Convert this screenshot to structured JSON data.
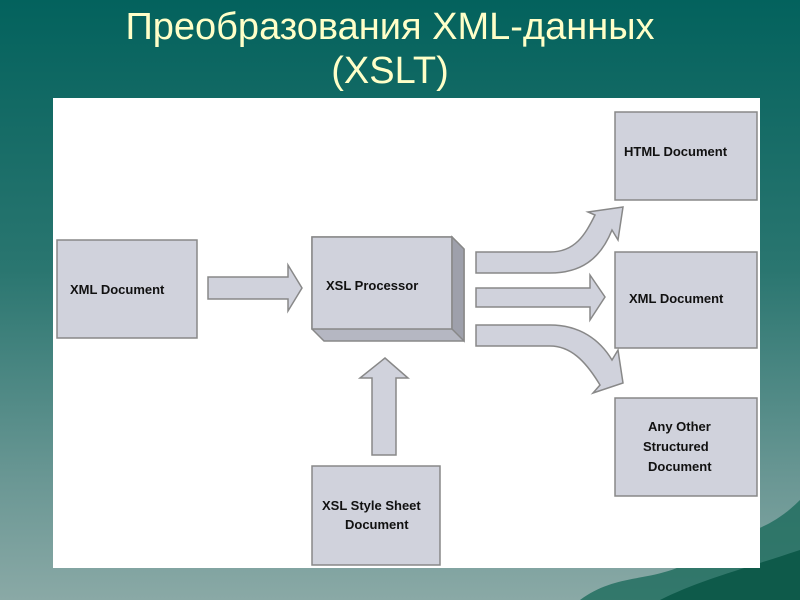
{
  "slide": {
    "title_line1": "Преобразования XML-данных",
    "title_line2": "(XSLT)"
  },
  "diagram": {
    "colors": {
      "box_fill": "#d0d2dc",
      "box_stroke": "#888888",
      "title": "#ffffc8"
    },
    "nodes": {
      "xml_input": "XML Document",
      "processor": "XSL Processor",
      "stylesheet_line1": "XSL Style Sheet",
      "stylesheet_line2": "Document",
      "html_output": "HTML Document",
      "xml_output": "XML Document",
      "other_line1": "Any Other",
      "other_line2": "Structured",
      "other_line3": "Document"
    }
  }
}
